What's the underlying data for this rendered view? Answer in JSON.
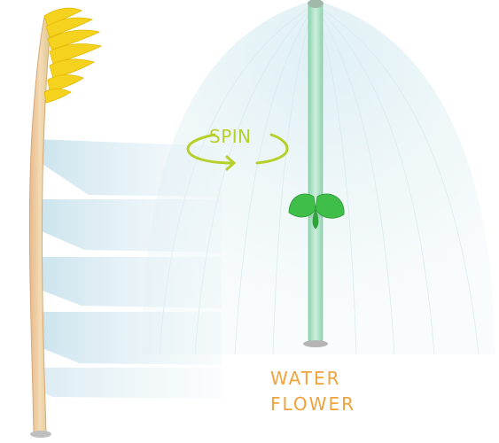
{
  "labels": {
    "spin": "SPIN",
    "caption_line1": "WATER",
    "caption_line2": "FLOWER"
  },
  "colors": {
    "spin": "#b7cf2a",
    "caption": "#f0a23c",
    "pole": "#a8dcc0",
    "petals": "#3fbf4a",
    "leaves": "#f4d21e",
    "stalk": "#e6c79a",
    "water": "#cfe6f0"
  },
  "icons": [
    "spin-arrow-icon"
  ]
}
